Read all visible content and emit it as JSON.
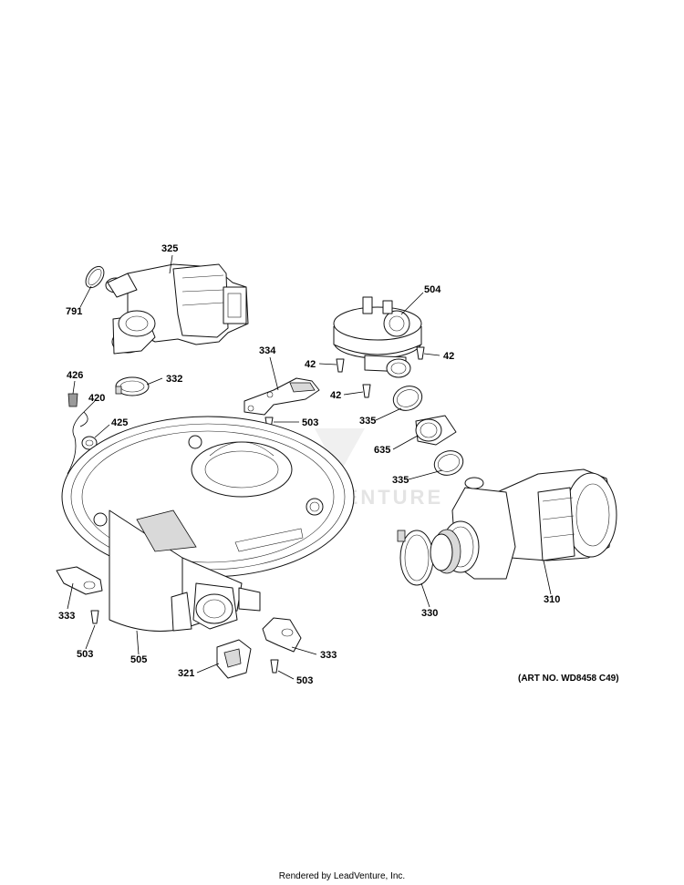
{
  "labels": {
    "p325": "325",
    "p791": "791",
    "p504": "504",
    "p334": "334",
    "p42a": "42",
    "p42b": "42",
    "p42c": "42",
    "p426": "426",
    "p332": "332",
    "p420": "420",
    "p425": "425",
    "p503a": "503",
    "p335a": "335",
    "p635": "635",
    "p335b": "335",
    "p333a": "333",
    "p330": "330",
    "p310": "310",
    "p503b": "503",
    "p505": "505",
    "p333b": "333",
    "p321": "321",
    "p503c": "503"
  },
  "art_number": "(ART NO. WD8458 C49)",
  "watermark_text": "VENTURE",
  "footer": "Rendered by LeadVenture, Inc."
}
